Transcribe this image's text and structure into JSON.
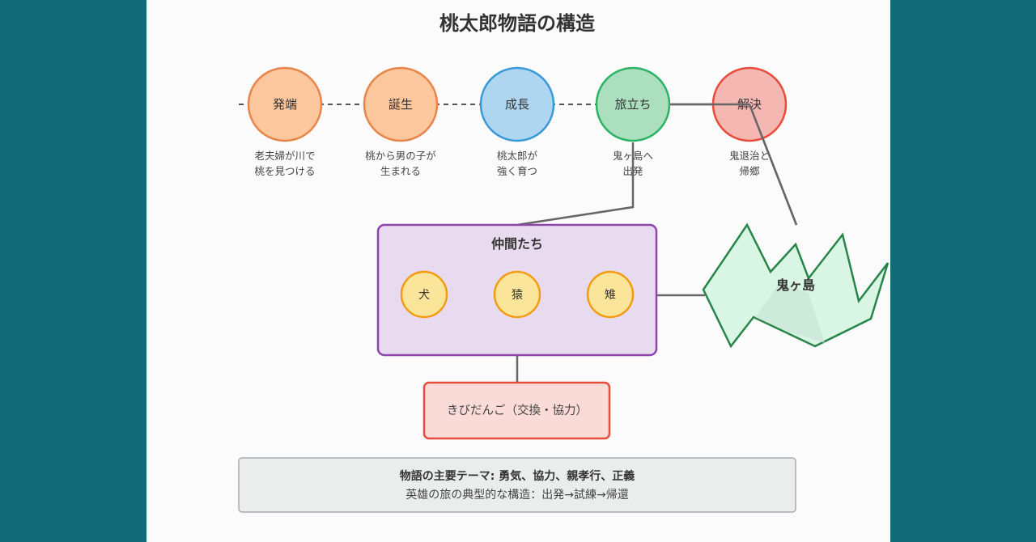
{
  "diagram": {
    "title": "桃太郎物語の構造",
    "timeline": [
      {
        "label": "発端",
        "caption": [
          "老夫婦が川で",
          "桃を見つける"
        ],
        "fill": "#fdc79d",
        "stroke": "#e8854a"
      },
      {
        "label": "誕生",
        "caption": [
          "桃から男の子が",
          "生まれる"
        ],
        "fill": "#fdc79d",
        "stroke": "#e8854a"
      },
      {
        "label": "成長",
        "caption": [
          "桃太郎が",
          "強く育つ"
        ],
        "fill": "#aed6f1",
        "stroke": "#3a9ad9"
      },
      {
        "label": "旅立ち",
        "caption": [
          "鬼ヶ島へ",
          "出発"
        ],
        "fill": "#abdfbd",
        "stroke": "#2eb366"
      },
      {
        "label": "解決",
        "caption": [
          "鬼退治と",
          "帰郷"
        ],
        "fill": "#f5b7b1",
        "stroke": "#e74c3c"
      }
    ],
    "companions": {
      "title": "仲間たち",
      "members": [
        "犬",
        "猿",
        "雉"
      ]
    },
    "kibidango": "きびだんご（交換・協力）",
    "island": "鬼ヶ島",
    "theme": {
      "main": "物語の主要テーマ: 勇気、協力、親孝行、正義",
      "sub": "英雄の旅の典型的な構造：出発→試練→帰還"
    }
  }
}
